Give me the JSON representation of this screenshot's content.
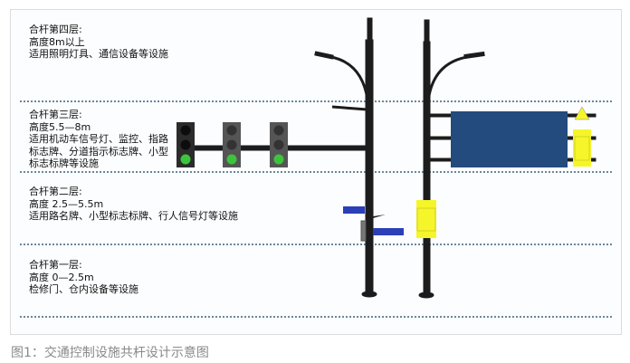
{
  "tiers": [
    {
      "title": "合杆第四层:",
      "height": "高度8m以上",
      "usage": [
        "适用照明灯具、通信设备等设施"
      ]
    },
    {
      "title": "合杆第三层:",
      "height": "高度5.5—8m",
      "usage": [
        "适用机动车信号灯、监控、指路",
        "标志牌、分道指示标志牌、小型",
        "标志标牌等设施"
      ]
    },
    {
      "title": "合杆第二层:",
      "height": "高度 2.5—5.5m",
      "usage": [
        "适用路名牌、小型标志标牌、行人信号灯等设施"
      ]
    },
    {
      "title": "合杆第一层:",
      "height": "高度 0—2.5m",
      "usage": [
        "检修门、仓内设备等设施"
      ]
    }
  ],
  "caption": "图1：交通控制设施共杆设计示意图",
  "colors": {
    "divider": "#3b5f7a",
    "pole": "#1c1c1c",
    "signal_green": "#3cc43c",
    "sign_blue": "#244b7e",
    "yellow": "#f5f52a",
    "street_sign": "#2b3fb8"
  }
}
